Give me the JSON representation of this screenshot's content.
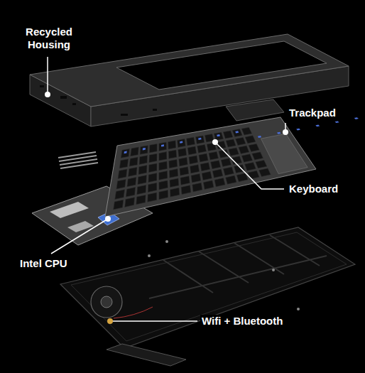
{
  "diagram": {
    "labels": [
      "Recycled Housing",
      "Trackpad",
      "Keyboard",
      "Intel CPU",
      "Wifi + Bluetooth"
    ]
  }
}
